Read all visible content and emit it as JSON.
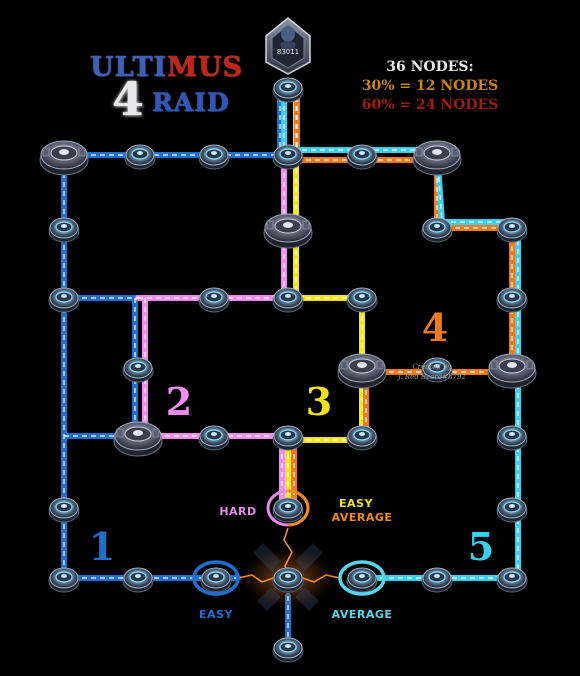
{
  "title": {
    "line1_blue": "ULTI",
    "line1_red": "MUS",
    "number": "4",
    "line2": "RAID"
  },
  "boss": {
    "label": "83011"
  },
  "info": {
    "line1": "36 NODES:",
    "line2": "30% = 12 NODES",
    "line3": "60% = 24 NODES"
  },
  "credit": {
    "line1": "Created by",
    "line2": "J. Red Beard#8792"
  },
  "paths": [
    {
      "number": "1",
      "color": "#1e6fd0"
    },
    {
      "number": "2",
      "color": "#f08ef0"
    },
    {
      "number": "3",
      "color": "#f5e41a"
    },
    {
      "number": "4",
      "color": "#f07a1a"
    },
    {
      "number": "5",
      "color": "#3ad0ee"
    }
  ],
  "start_labels": {
    "hard": "HARD",
    "easy_average_1": "EASY",
    "easy_average_2": "AVERAGE",
    "easy": "EASY",
    "average": "AVERAGE"
  },
  "colors": {
    "hard": "#e58ae8",
    "easy_average_1": "#f4e21c",
    "easy_average_2": "#f08a1a",
    "easy": "#1e6fd0",
    "average": "#56d6ee"
  }
}
